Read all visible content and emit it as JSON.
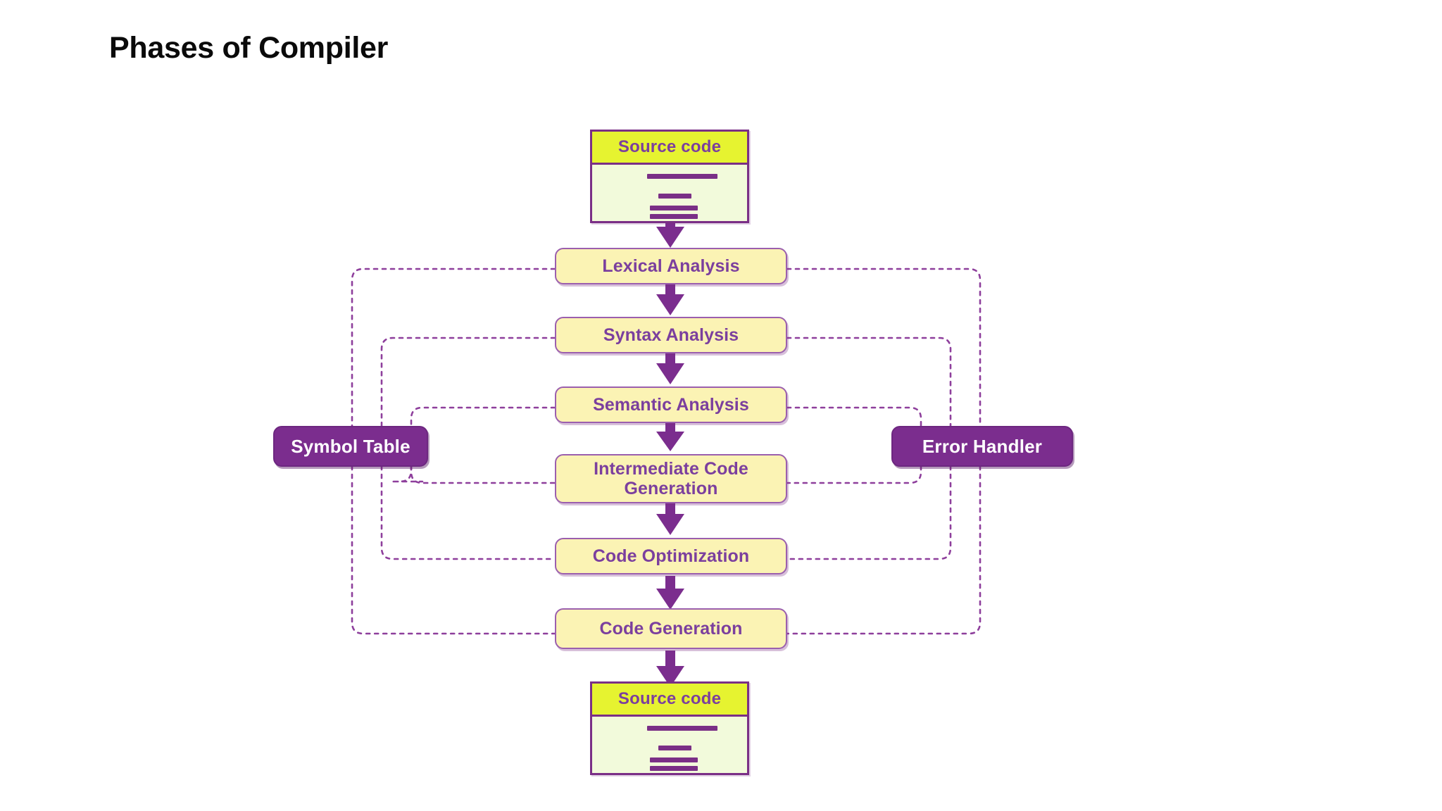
{
  "page": {
    "title": "Phases of Compiler",
    "background_color": "#ffffff"
  },
  "palette": {
    "accent_purple": "#7b2d8e",
    "text_purple": "#7b3f9e",
    "box_fill_yellow": "#fbf3b4",
    "box_border_purple": "#9b5fae",
    "doc_header_yellow": "#e6f330",
    "doc_body_yellow": "#f2fadb",
    "doc_border_purple": "#7a2f86",
    "title_black": "#0a0a0a",
    "side_box_text": "#ffffff"
  },
  "diagram": {
    "type": "flowchart",
    "input_doc": {
      "label": "Source code",
      "body_lines": 4
    },
    "output_doc": {
      "label": "Source code",
      "body_lines": 4
    },
    "phases": [
      {
        "id": "lexical",
        "label": "Lexical Analysis"
      },
      {
        "id": "syntax",
        "label": "Syntax Analysis"
      },
      {
        "id": "semantic",
        "label": "Semantic Analysis"
      },
      {
        "id": "intermediate",
        "label_line1": "Intermediate Code",
        "label_line2": "Generation"
      },
      {
        "id": "optimization",
        "label": "Code Optimization"
      },
      {
        "id": "codegen",
        "label": "Code Generation"
      }
    ],
    "side_boxes": {
      "left": {
        "id": "symbol-table",
        "label": "Symbol Table"
      },
      "right": {
        "id": "error-handler",
        "label": "Error Handler"
      }
    },
    "flow_order": [
      "Source code",
      "Lexical Analysis",
      "Syntax Analysis",
      "Semantic Analysis",
      "Intermediate Code Generation",
      "Code Optimization",
      "Code Generation",
      "Source code"
    ]
  }
}
